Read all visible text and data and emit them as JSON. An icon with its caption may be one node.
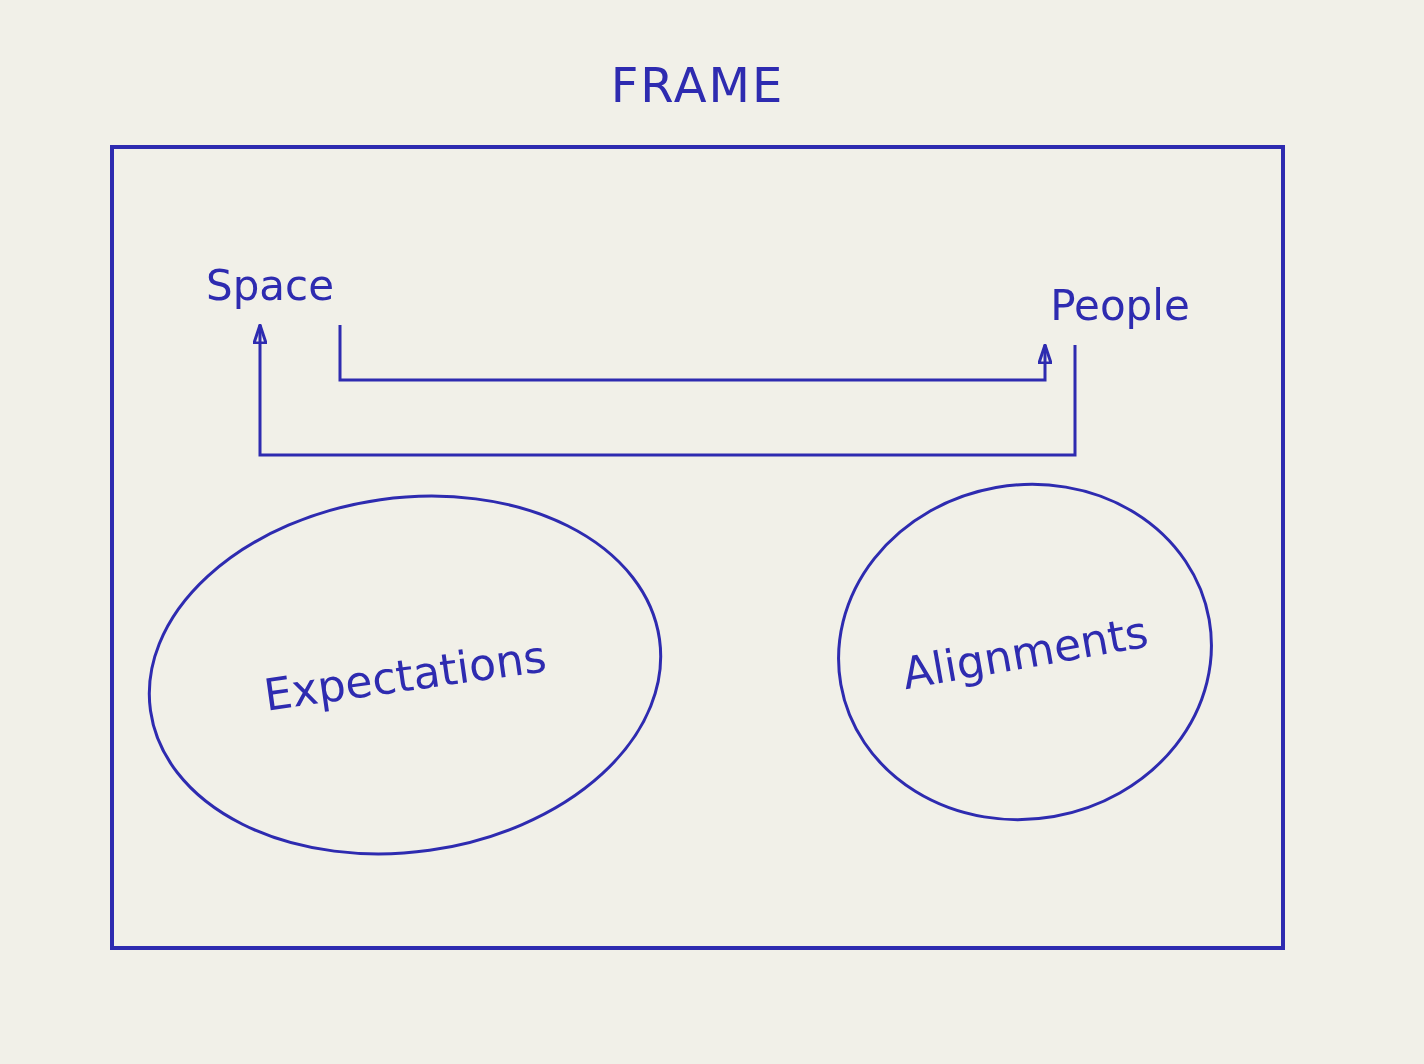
{
  "diagram": {
    "nodes": [
      {
        "text": [
          "FRAME"
        ]
      },
      {
        "text": [
          "Space"
        ],
        "in": 0
      },
      {
        "text": [
          "People"
        ],
        "in": 0
      },
      {
        "text": [
          "Expectations"
        ],
        "in": 0
      },
      {
        "text": [
          "Alignments"
        ],
        "in": 0
      }
    ],
    "edges": [
      {
        "from": 1,
        "to": 2,
        "arrow": "to"
      },
      {
        "from": 2,
        "to": 1,
        "arrow": "to"
      }
    ]
  }
}
